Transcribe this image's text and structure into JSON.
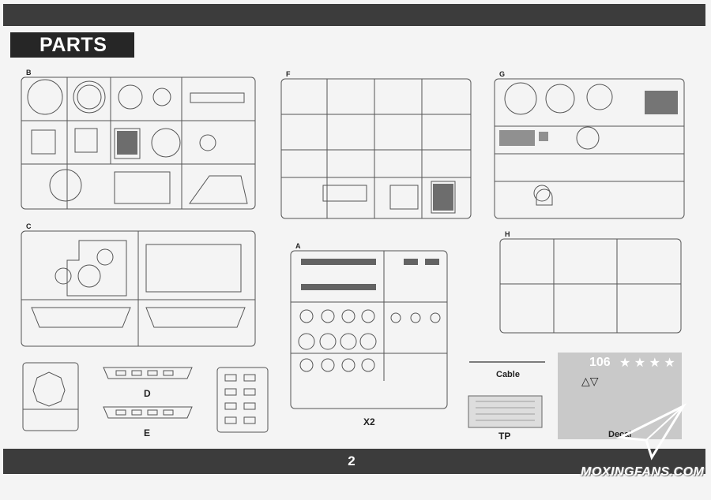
{
  "header": {
    "title": "PARTS"
  },
  "sprues": {
    "B": "B",
    "F": "F",
    "G": "G",
    "C": "C",
    "A": "A",
    "H": "H",
    "D": "D",
    "E": "E",
    "X2": "X2",
    "Cable": "Cable",
    "TP": "TP",
    "Decal": "Decal"
  },
  "decal_sheet": {
    "number": "106"
  },
  "footer": {
    "page_number": "2"
  },
  "watermark": {
    "text": "MOXINGFANS.COM"
  },
  "colors": {
    "dark_bar": "#3c3c3c",
    "paper": "#f4f4f4",
    "line": "#555555"
  }
}
